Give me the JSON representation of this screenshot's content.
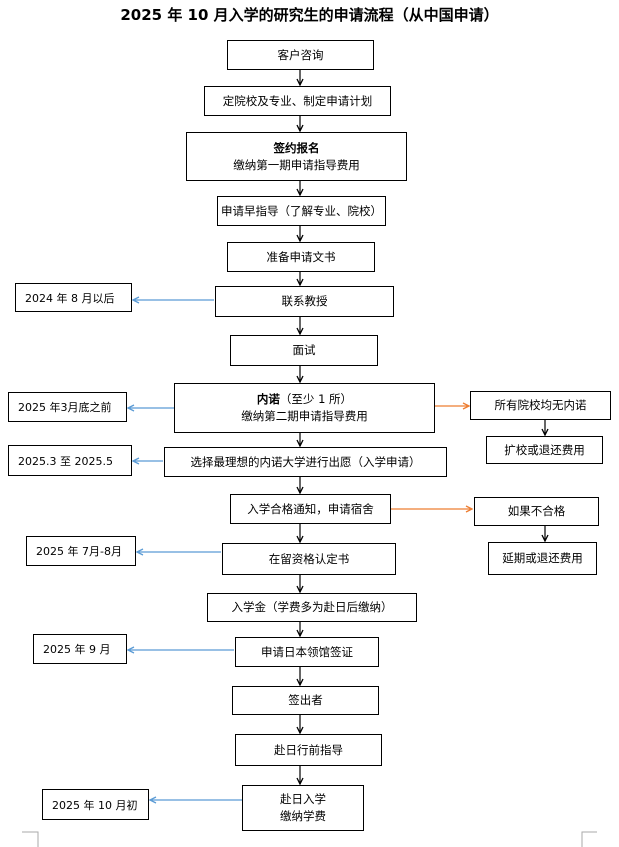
{
  "title": "2025 年 10 月入学的研究生的申请流程（从中国申请）",
  "steps": {
    "consult": "客户咨询",
    "plan": "定院校及专业、制定申请计划",
    "sign_1": "签约报名",
    "sign_2": "缴纳第一期申请指导费用",
    "early_guide": "申请早指导（了解专业、院校）",
    "documents": "准备申请文书",
    "contact": "联系教授",
    "interview": "面试",
    "naidaku_bold": "内诺",
    "naidaku_rest": "（至少 1 所）",
    "naidaku_2": "缴纳第二期申请指导费用",
    "choose": "选择最理想的内诺大学进行出愿（入学申请）",
    "admission": "入学合格通知，申请宿舍",
    "coe": "在留资格认定书",
    "fee": "入学金（学费多为赴日后缴纳）",
    "visa": "申请日本领馆签证",
    "depart": "签出者",
    "pre_guide": "赴日行前指导",
    "enroll_1": "赴日入学",
    "enroll_2": "缴纳学费"
  },
  "timeline": {
    "t1": "2024 年 8 月以后",
    "t2": "2025 年3月底之前",
    "t3": "2025.3 至 2025.5",
    "t4": "2025 年 7月-8月",
    "t5": "2025 年 9 月",
    "t6": "2025 年 10 月初"
  },
  "branches": {
    "no_offer": "所有院校均无内诺",
    "no_offer_result": "扩校或退还费用",
    "fail": "如果不合格",
    "fail_result": "延期或退还费用"
  },
  "colors": {
    "timeline_arrow": "#5b9bd5",
    "branch_arrow": "#ed7d31",
    "flow_arrow": "#000000"
  }
}
